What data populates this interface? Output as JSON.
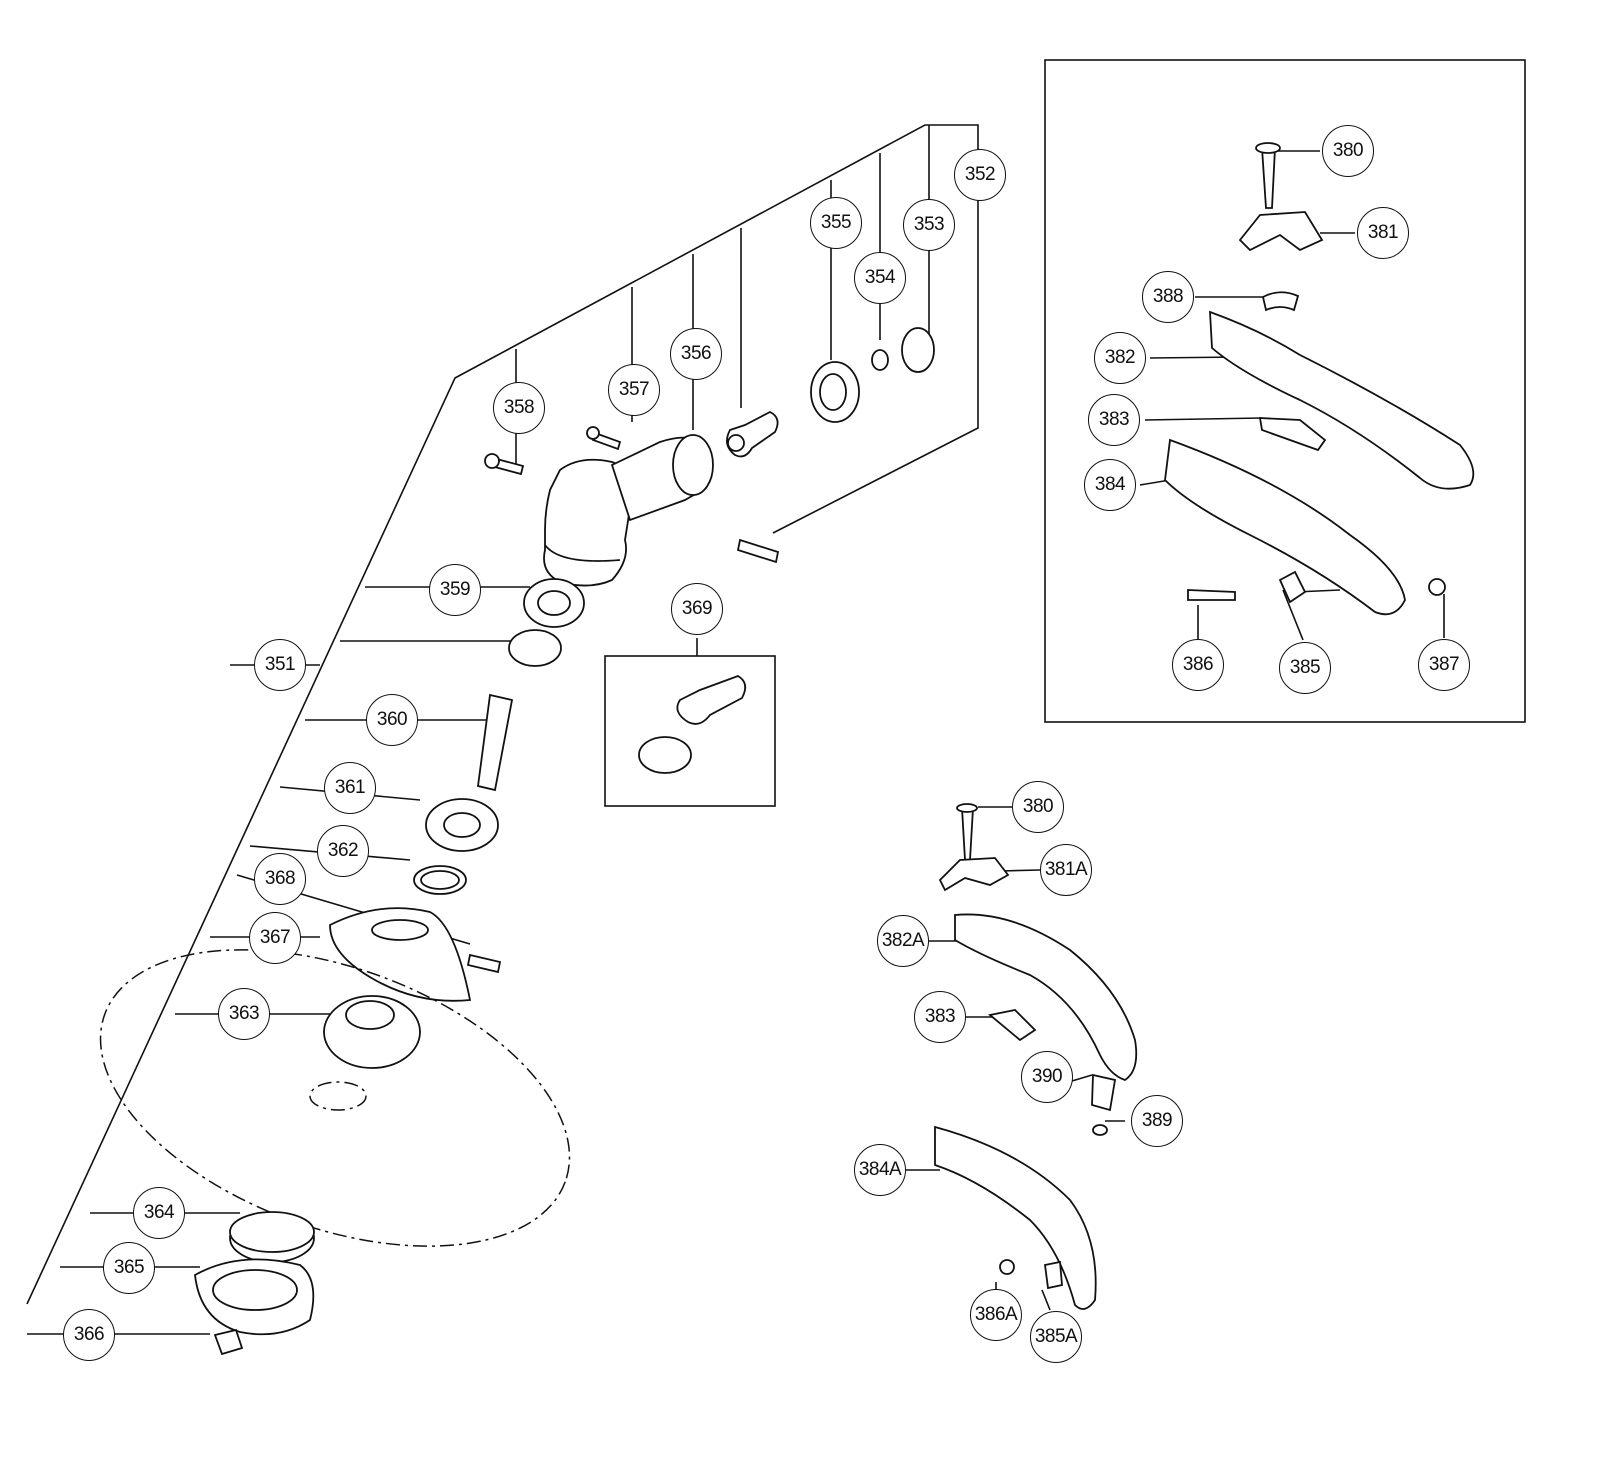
{
  "callouts": {
    "c351": "351",
    "c352": "352",
    "c353": "353",
    "c354": "354",
    "c355": "355",
    "c356": "356",
    "c357": "357",
    "c358": "358",
    "c359": "359",
    "c360": "360",
    "c361": "361",
    "c362": "362",
    "c363": "363",
    "c364": "364",
    "c365": "365",
    "c366": "366",
    "c367": "367",
    "c368": "368",
    "c369": "369",
    "c380": "380",
    "c381": "381",
    "c382": "382",
    "c383": "383",
    "c384": "384",
    "c385": "385",
    "c386": "386",
    "c387": "387",
    "c388": "388",
    "c380b": "380",
    "c381A": "381A",
    "c382A": "382A",
    "c383b": "383",
    "c384A": "384A",
    "c385A": "385A",
    "c386A": "386A",
    "c389": "389",
    "c390": "390"
  }
}
